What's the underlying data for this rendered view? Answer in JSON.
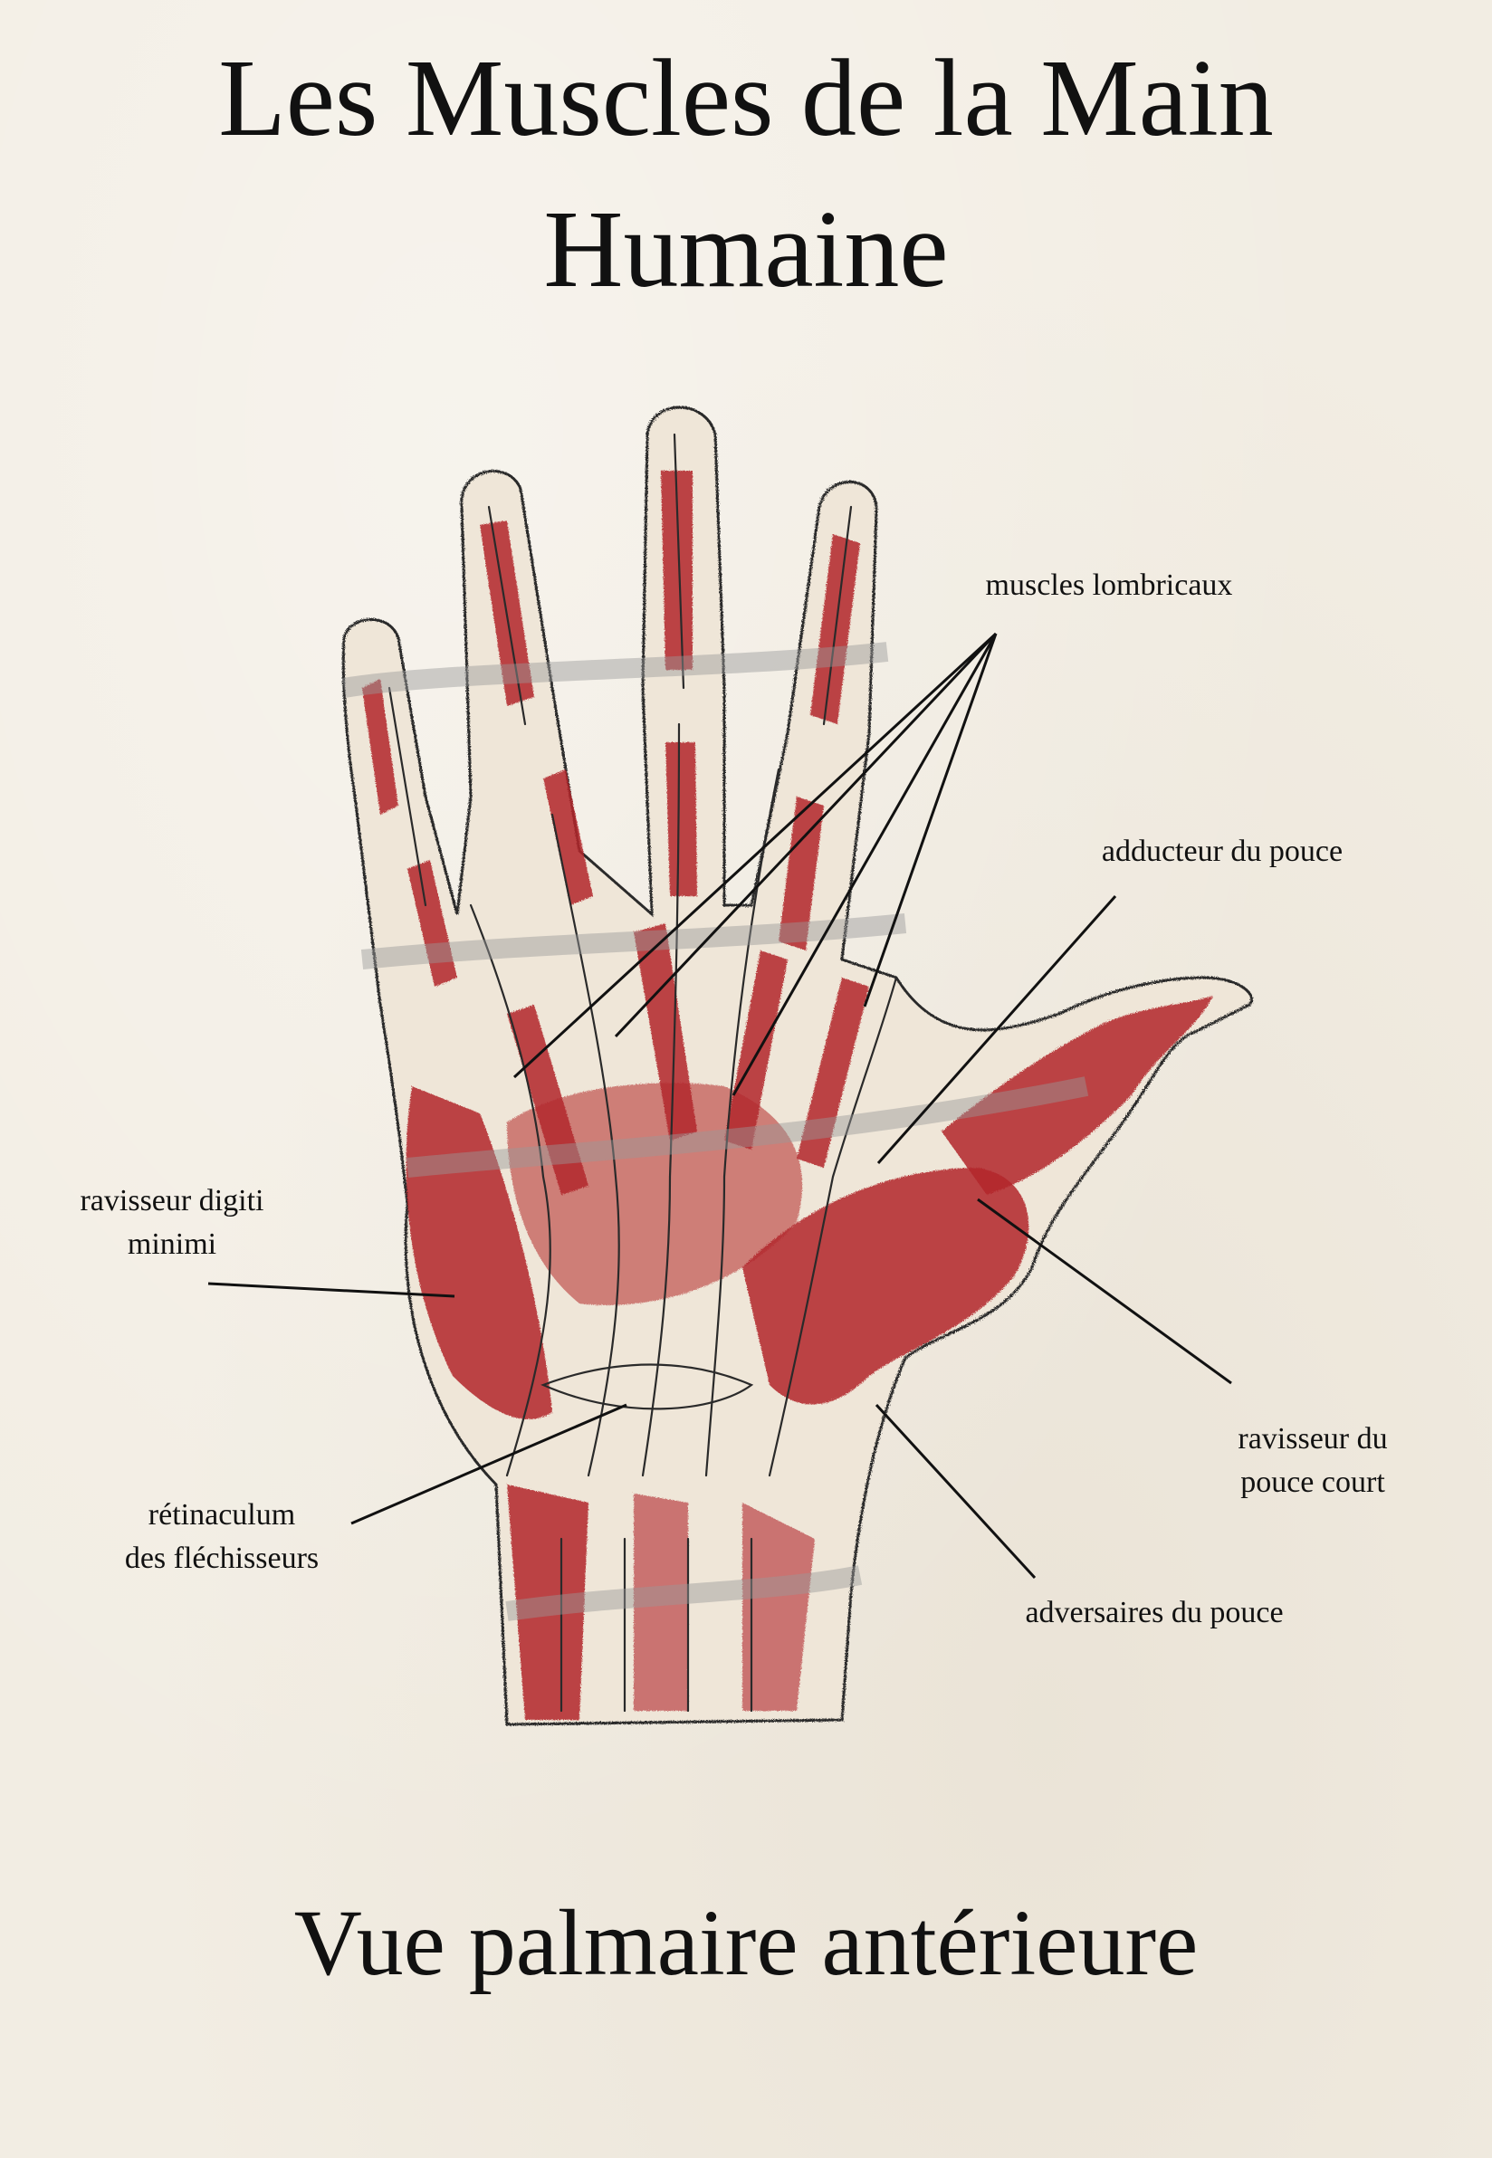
{
  "title": {
    "line1": "Les Muscles de la Main",
    "line2": "Humaine"
  },
  "subtitle": "Vue palmaire antérieure",
  "labels": {
    "lumbricals": "muscles lombricaux",
    "adductor_pollicis": "adducteur du pouce",
    "abductor_digiti_minimi_1": "ravisseur digiti",
    "abductor_digiti_minimi_2": "minimi",
    "flexor_retinaculum_1": "rétinaculum",
    "flexor_retinaculum_2": "des fléchisseurs",
    "abductor_pollicis_brevis_1": "ravisseur du",
    "abductor_pollicis_brevis_2": "pouce court",
    "opponens_pollicis": "adversaires du pouce"
  },
  "colors": {
    "paper": "#f2ede3",
    "muscle": "#b3262b",
    "muscle_dark": "#8e1a1f",
    "outline": "#2a2a2a",
    "leader_line": "#111111"
  }
}
